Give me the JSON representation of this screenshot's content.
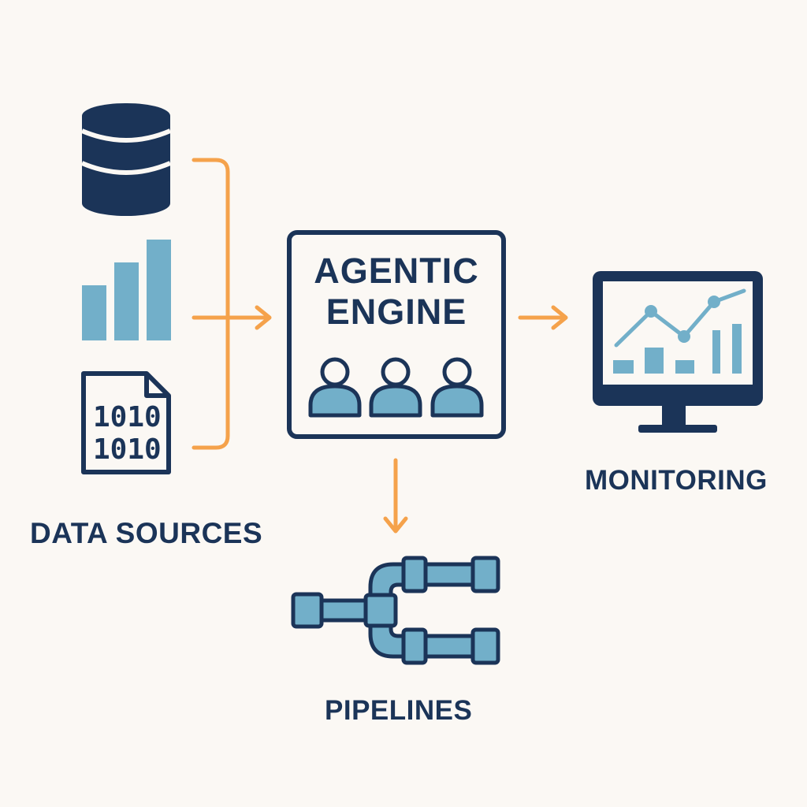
{
  "colors": {
    "background": "#fbf8f4",
    "navy": "#1b3458",
    "light_blue": "#72afc9",
    "orange": "#f5a24b"
  },
  "data_sources": {
    "label": "DATA SOURCES",
    "icons": [
      "database-icon",
      "bar-chart-icon",
      "binary-file-icon"
    ],
    "file_text": [
      "1010",
      "1010"
    ]
  },
  "engine": {
    "title_line1": "AGENTIC",
    "title_line2": "ENGINE",
    "icons": [
      "user-icon",
      "user-icon",
      "user-icon"
    ]
  },
  "monitoring": {
    "label": "MONITORING",
    "icon": "monitor-chart-icon"
  },
  "pipelines": {
    "label": "PIPELINES",
    "icon": "pipes-icon"
  },
  "connections": [
    {
      "from": "data_sources",
      "to": "engine"
    },
    {
      "from": "engine",
      "to": "monitoring"
    },
    {
      "from": "engine",
      "to": "pipelines"
    }
  ]
}
